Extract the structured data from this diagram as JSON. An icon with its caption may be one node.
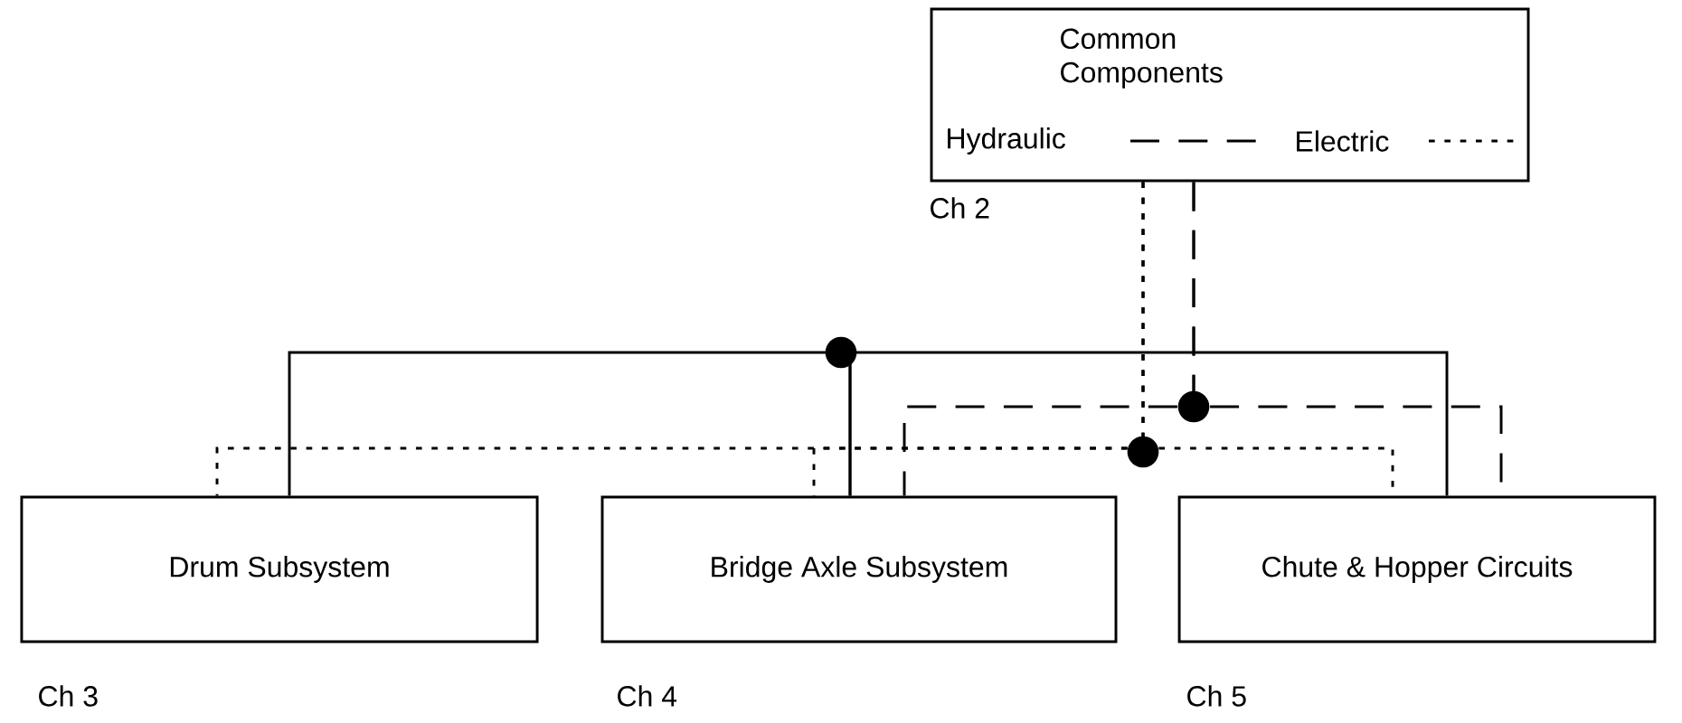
{
  "diagram": {
    "nodes": [
      {
        "text": [
          "Common Components"
        ],
        "beside": [
          "Ch 2"
        ]
      },
      {
        "text": [
          "Drum Subsystem"
        ],
        "beside": [
          "Ch 3"
        ]
      },
      {
        "text": [
          "Bridge Axle Subsystem"
        ],
        "beside": [
          "Ch 4"
        ]
      },
      {
        "text": [
          "Chute & Hopper Circuits"
        ],
        "beside": [
          "Ch 5"
        ]
      }
    ],
    "edges": [
      {
        "from": 2,
        "to": 1,
        "arrow": "none"
      },
      {
        "from": 2,
        "to": 3,
        "arrow": "none"
      },
      {
        "from": 0,
        "to": 2,
        "arrow": "none",
        "style": "dashed"
      },
      {
        "from": 0,
        "to": 3,
        "arrow": "none",
        "style": "dashed"
      },
      {
        "from": 0,
        "to": 1,
        "arrow": "none",
        "style": "dashed"
      },
      {
        "from": 0,
        "to": 2,
        "arrow": "none",
        "style": "dashed"
      },
      {
        "from": 0,
        "to": 3,
        "arrow": "none",
        "style": "dashed"
      }
    ],
    "legend": [
      {
        "text": "Hydraulic"
      },
      {
        "text": "Electric"
      }
    ]
  }
}
